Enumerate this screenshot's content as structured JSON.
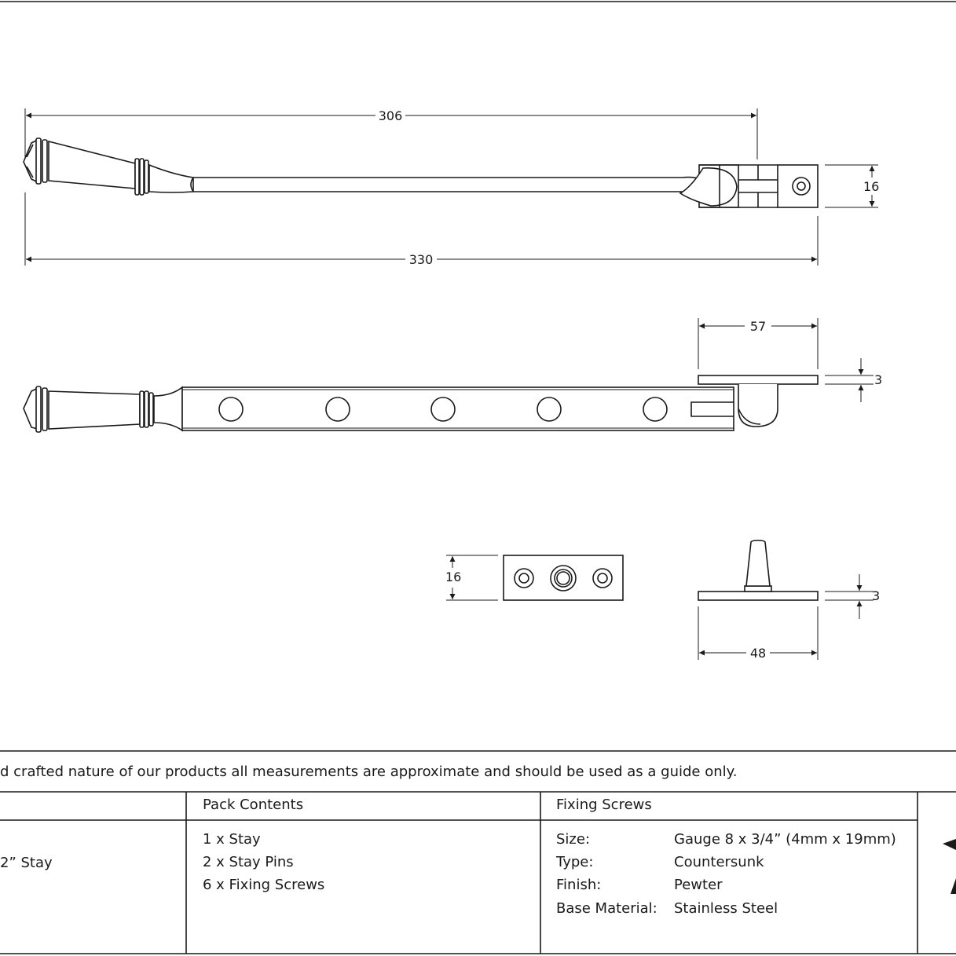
{
  "dimensions": {
    "front_tip_to_pivot": "306",
    "front_overall_length": "330",
    "front_height": "16",
    "side_bracket_width": "57",
    "side_plate_thickness": "3",
    "pin_plate_height": "16",
    "pin_side_thickness": "3",
    "pin_plate_width": "48"
  },
  "disclaimer": "d crafted nature of our products all measurements are approximate and should be used as a guide only.",
  "table": {
    "product_name_fragment": "2” Stay",
    "pack_contents": {
      "header": "Pack Contents",
      "items": [
        "1 x Stay",
        "2 x Stay Pins",
        "6 x Fixing Screws"
      ]
    },
    "fixing_screws": {
      "header": "Fixing Screws",
      "rows": [
        {
          "label": "Size:",
          "value": "Gauge 8 x 3/4” (4mm x 19mm)"
        },
        {
          "label": "Type:",
          "value": "Countersunk"
        },
        {
          "label": "Finish:",
          "value": "Pewter"
        },
        {
          "label": "Base Material:",
          "value": "Stainless Steel"
        }
      ]
    }
  }
}
